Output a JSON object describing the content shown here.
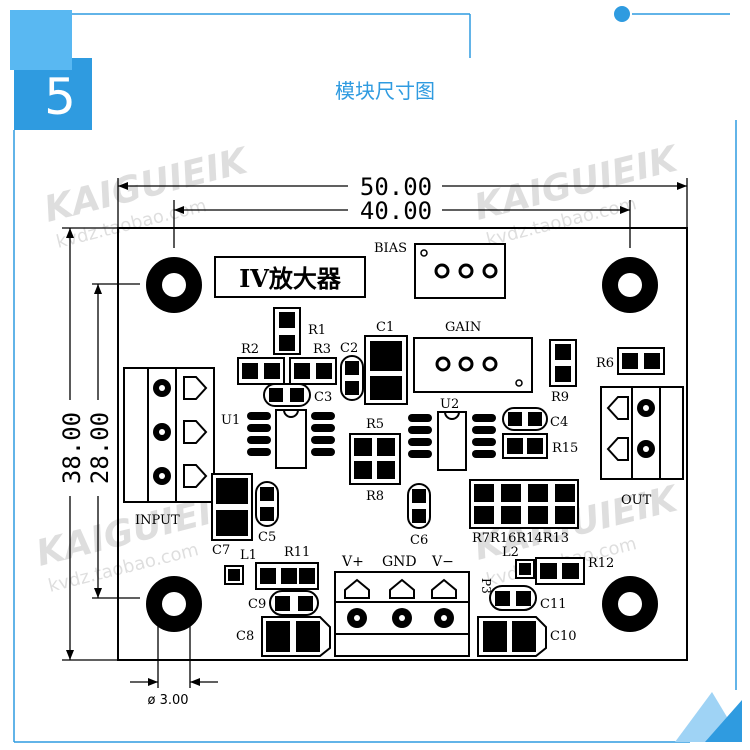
{
  "badge": {
    "number": "5"
  },
  "title": "模块尺寸图",
  "watermark": {
    "brand": "KAIGUIEIK",
    "url": "kvdz.taobao.com"
  },
  "dimensions": {
    "width_outer": "50.00",
    "width_holes": "40.00",
    "height_outer": "38.00",
    "height_holes": "28.00",
    "hole_diameter": "ø 3.00"
  },
  "board": {
    "module_name": "IV放大器",
    "labels": {
      "bias": "BIAS",
      "gain": "GAIN",
      "input": "INPUT",
      "out": "OUT",
      "v_plus": "V+",
      "gnd": "GND",
      "v_minus": "V−",
      "r1": "R1",
      "r2": "R2",
      "r3": "R3",
      "c1": "C1",
      "c2": "C2",
      "c3": "C3",
      "u1": "U1",
      "u2": "U2",
      "r5": "R5",
      "r8": "R8",
      "c4": "C4",
      "r15": "R15",
      "r9": "R9",
      "r6": "R6",
      "c5": "C5",
      "c6": "C6",
      "c7": "C7",
      "l1": "L1",
      "r11": "R11",
      "c9": "C9",
      "c8": "C8",
      "r7_r13": "R7R16R14R13",
      "l2": "L2",
      "r12": "R12",
      "p3": "P3",
      "c11": "C11",
      "c10": "C10"
    }
  },
  "colors": {
    "accent": "#2f9be0",
    "accent_light": "#59b8f2",
    "ink": "#000000"
  }
}
